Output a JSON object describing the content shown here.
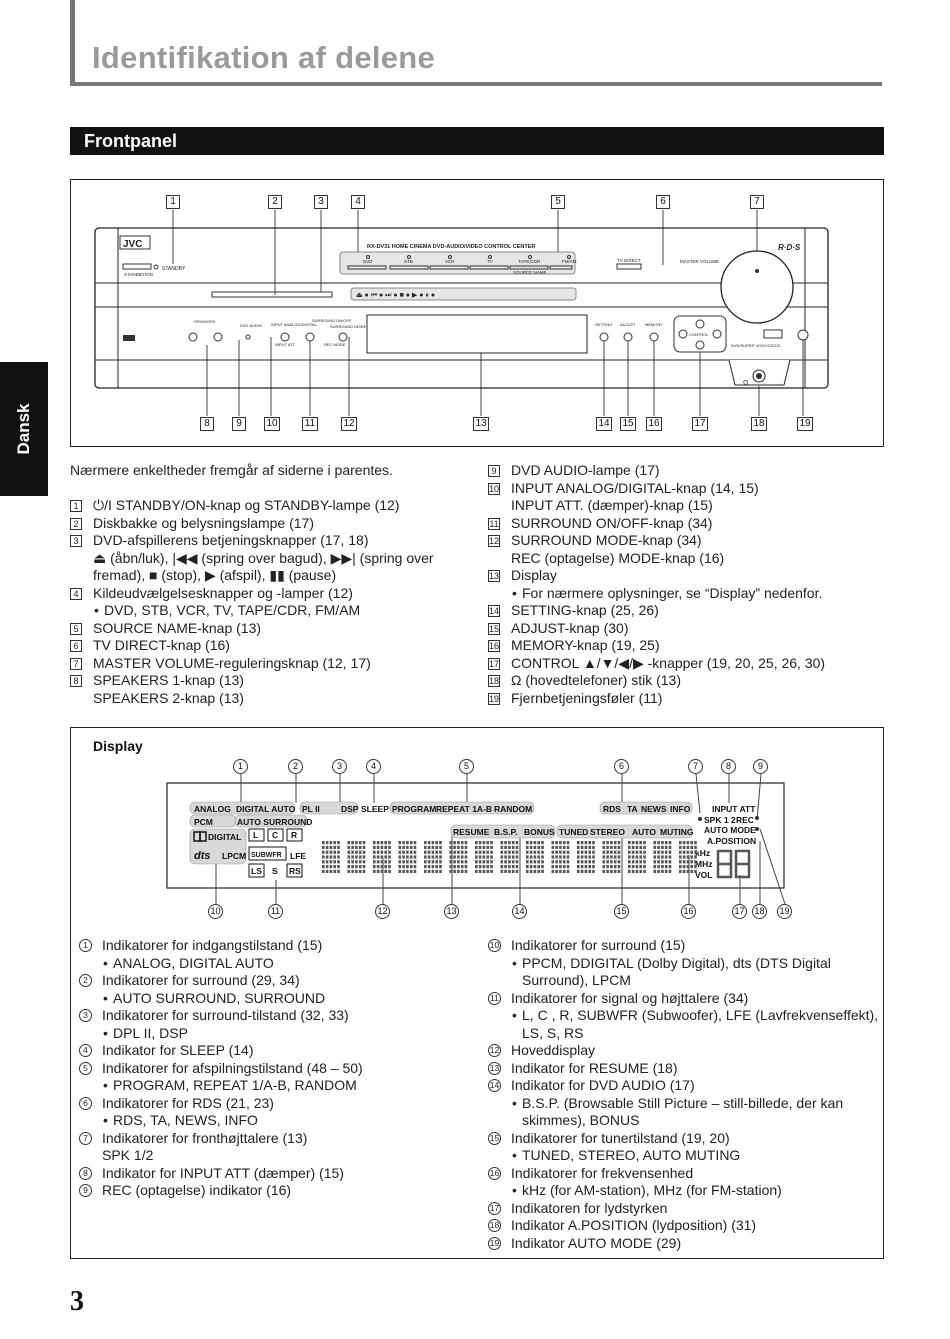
{
  "page": {
    "title": "Identifikation af delene",
    "section": "Frontpanel",
    "side_tab": "Dansk",
    "page_number": "3"
  },
  "front_panel": {
    "model": "RX-DV31  HOME CINEMA DVD-AUDIO/VIDEO CONTROL CENTER",
    "brand": "JVC",
    "rds_logo": "R·D·S",
    "labels": {
      "standby_on": "STANDBY/ON",
      "standby": "STANDBY",
      "dvd": "DVD",
      "stb": "STB",
      "vcr": "VCR",
      "tv": "TV",
      "tape_cdr": "TAPE/CDR",
      "fm_am": "FM/AM",
      "source_name": "SOURCE NAME",
      "tv_direct": "TV DIRECT",
      "master_volume": "MASTER VOLUME",
      "speakers": "SPEAKERS",
      "dvd_audio": "DVD AUDIO",
      "input_analog_digital": "INPUT ANALOG/DIGITAL",
      "surround_on_off": "SURROUND ON/OFF",
      "surround_mode": "SURROUND MODE",
      "input_att": "INPUT ATT",
      "rec_mode": "REC MODE",
      "setting": "SETTING",
      "adjust": "ADJUST",
      "memory": "MEMORY",
      "control": "CONTROL",
      "dvd_super": "DVD/SUPER VCD/VCD/CD"
    },
    "callouts_top": [
      "1",
      "2",
      "3",
      "4",
      "5",
      "6",
      "7"
    ],
    "callouts_bottom": [
      "8",
      "9",
      "10",
      "11",
      "12",
      "13",
      "14",
      "15",
      "16",
      "17",
      "18",
      "19"
    ]
  },
  "intro": "Nærmere enkeltheder fremgår af siderne i parentes.",
  "panel_items_left": [
    {
      "n": "1",
      "lines": [
        "⏻/I STANDBY/ON-knap og STANDBY-lampe (12)"
      ]
    },
    {
      "n": "2",
      "lines": [
        "Diskbakke og belysningslampe (17)"
      ]
    },
    {
      "n": "3",
      "lines": [
        "DVD-afspillerens betjeningsknapper (17, 18)",
        "⏏ (åbn/luk), |◀◀ (spring over bagud), ▶▶| (spring over",
        "fremad), ■ (stop), ▶ (afspil), ▮▮ (pause)"
      ]
    },
    {
      "n": "4",
      "lines": [
        "Kildeudvælgelsesknapper og -lamper (12)"
      ],
      "bullet": "DVD, STB, VCR, TV, TAPE/CDR, FM/AM"
    },
    {
      "n": "5",
      "lines": [
        "SOURCE NAME-knap (13)"
      ]
    },
    {
      "n": "6",
      "lines": [
        "TV DIRECT-knap (16)"
      ]
    },
    {
      "n": "7",
      "lines": [
        "MASTER VOLUME-reguleringsknap (12, 17)"
      ]
    },
    {
      "n": "8",
      "lines": [
        "SPEAKERS 1-knap (13)",
        "SPEAKERS 2-knap (13)"
      ]
    }
  ],
  "panel_items_right": [
    {
      "n": "9",
      "lines": [
        "DVD AUDIO-lampe (17)"
      ]
    },
    {
      "n": "10",
      "lines": [
        "INPUT ANALOG/DIGITAL-knap (14, 15)",
        "INPUT ATT. (dæmper)-knap (15)"
      ]
    },
    {
      "n": "11",
      "lines": [
        "SURROUND ON/OFF-knap (34)"
      ]
    },
    {
      "n": "12",
      "lines": [
        "SURROUND MODE-knap (34)",
        "REC (optagelse) MODE-knap (16)"
      ]
    },
    {
      "n": "13",
      "lines": [
        "Display"
      ],
      "bullet": "For nærmere oplysninger, se “Display” nedenfor."
    },
    {
      "n": "14",
      "lines": [
        "SETTING-knap (25, 26)"
      ]
    },
    {
      "n": "15",
      "lines": [
        "ADJUST-knap (30)"
      ]
    },
    {
      "n": "16",
      "lines": [
        "MEMORY-knap (19, 25)"
      ]
    },
    {
      "n": "17",
      "lines": [
        "CONTROL ▲/▼/◀/▶ -knapper (19, 20, 25, 26, 30)"
      ]
    },
    {
      "n": "18",
      "lines": [
        "Ω (hovedtelefoner) stik (13)"
      ]
    },
    {
      "n": "19",
      "lines": [
        "Fjernbetjeningsføler (11)"
      ]
    }
  ],
  "display": {
    "title": "Display",
    "callouts_top": [
      "1",
      "2",
      "3",
      "4",
      "5",
      "6",
      "7",
      "8",
      "9"
    ],
    "callouts_bottom": [
      "10",
      "11",
      "12",
      "13",
      "14",
      "15",
      "16",
      "17",
      "18",
      "19"
    ],
    "indicators": {
      "analog": "ANALOG",
      "digital_auto": "DIGITAL AUTO",
      "pl2": "PL II",
      "dsp": "DSP",
      "sleep": "SLEEP",
      "program": "PROGRAM",
      "repeat": "REPEAT 1A-B",
      "random": "RANDOM",
      "rds": "RDS",
      "ta": "TA",
      "news": "NEWS",
      "info": "INFO",
      "input_att": "INPUT ATT",
      "spk": "SPK 1 2",
      "rec": "REC",
      "auto_mode": "AUTO MODE",
      "a_position": "A.POSITION",
      "pcm": "PCM",
      "auto_surround": "AUTO SURROUND",
      "digital": "DIGITAL",
      "dts": "dts",
      "lpcm": "LPCM",
      "l": "L",
      "c": "C",
      "r": "R",
      "subwfr": "SUBWFR",
      "lfe": "LFE",
      "ls": "LS",
      "s": "S",
      "rs": "RS",
      "resume": "RESUME",
      "bsp": "B.S.P.",
      "bonus": "BONUS",
      "tuned": "TUNED",
      "stereo": "STEREO",
      "auto": "AUTO",
      "muting": "MUTING",
      "khz": "kHz",
      "mhz": "MHz",
      "vol": "VOL"
    }
  },
  "display_items_left": [
    {
      "n": "①",
      "lines": [
        "Indikatorer for indgangstilstand (15)"
      ],
      "bullet": "ANALOG, DIGITAL AUTO"
    },
    {
      "n": "②",
      "lines": [
        "Indikatorer for surround (29, 34)"
      ],
      "bullet": "AUTO SURROUND, SURROUND"
    },
    {
      "n": "③",
      "lines": [
        "Indikatorer for surround-tilstand (32, 33)"
      ],
      "bullet": "DPL II, DSP"
    },
    {
      "n": "④",
      "lines": [
        "Indikator for SLEEP (14)"
      ]
    },
    {
      "n": "⑤",
      "lines": [
        "Indikatorer for afspilningstilstand (48 – 50)"
      ],
      "bullet": "PROGRAM, REPEAT 1/A-B, RANDOM"
    },
    {
      "n": "⑥",
      "lines": [
        "Indikatorer for RDS (21, 23)"
      ],
      "bullet": "RDS, TA, NEWS, INFO"
    },
    {
      "n": "⑦",
      "lines": [
        "Indikatorer for fronthøjttalere (13)",
        "SPK 1/2"
      ]
    },
    {
      "n": "⑧",
      "lines": [
        "Indikator for INPUT ATT (dæmper) (15)"
      ]
    },
    {
      "n": "⑨",
      "lines": [
        "REC (optagelse) indikator (16)"
      ]
    }
  ],
  "display_items_right": [
    {
      "n": "⑩",
      "lines": [
        "Indikatorer for surround (15)"
      ],
      "bullets": [
        "PPCM, DDIGITAL (Dolby Digital), dts (DTS Digital",
        "Surround), LPCM"
      ]
    },
    {
      "n": "⑪",
      "lines": [
        "Indikatorer for signal og højttalere (34)"
      ],
      "bullets": [
        "L, C , R, SUBWFR (Subwoofer), LFE (Lavfrekvenseffekt),",
        "LS, S, RS"
      ]
    },
    {
      "n": "⑫",
      "lines": [
        "Hoveddisplay"
      ]
    },
    {
      "n": "⑬",
      "lines": [
        "Indikator for RESUME (18)"
      ]
    },
    {
      "n": "⑭",
      "lines": [
        "Indikator for DVD AUDIO (17)"
      ],
      "bullets": [
        "B.S.P. (Browsable Still Picture – still-billede, der kan",
        "skimmes), BONUS"
      ]
    },
    {
      "n": "⑮",
      "lines": [
        "Indikatorer for tunertilstand (19, 20)"
      ],
      "bullet": "TUNED, STEREO, AUTO MUTING"
    },
    {
      "n": "⑯",
      "lines": [
        "Indikatorer for frekvensenhed"
      ],
      "bullet": "kHz (for AM-station), MHz (for FM-station)"
    },
    {
      "n": "⑰",
      "lines": [
        "Indikatoren for lydstyrken"
      ]
    },
    {
      "n": "⑱",
      "lines": [
        "Indikator A.POSITION (lydposition) (31)"
      ]
    },
    {
      "n": "⑲",
      "lines": [
        "Indikator AUTO MODE (29)"
      ]
    }
  ]
}
